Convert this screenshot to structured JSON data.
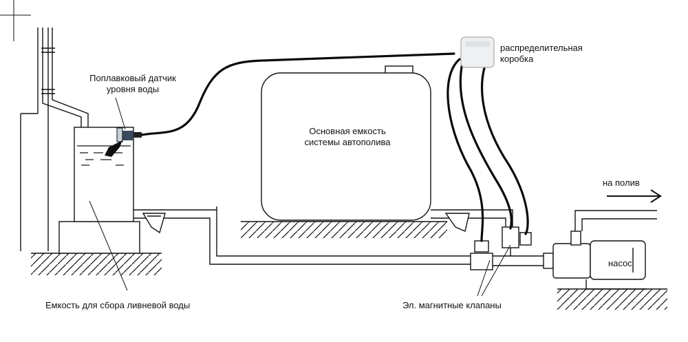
{
  "labels": {
    "float_sensor_line1": "Поплавковый датчик",
    "float_sensor_line2": "уровня воды",
    "main_tank_line1": "Основная емкость",
    "main_tank_line2": "системы автополива",
    "junction_box_line1": "распределительная",
    "junction_box_line2": "коробка",
    "to_watering": "на полив",
    "pump": "насос",
    "rain_tank": "Емкость для сбора ливневой воды",
    "solenoid_valves": "Эл. магнитные клапаны"
  },
  "colors": {
    "line": "#111111",
    "wire": "#0a0a0a",
    "water": "#111111",
    "background": "#ffffff"
  }
}
